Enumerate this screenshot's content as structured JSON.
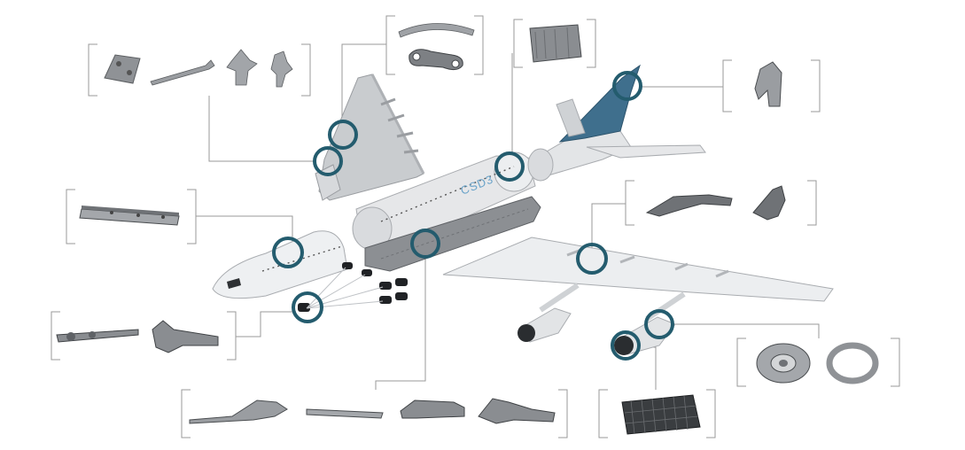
{
  "diagram": {
    "fuselage_marking": "CSD3",
    "colors": {
      "callout_ring": "#245c6e",
      "bracket": "#9a9a9a",
      "leader_line": "#9a9a9a",
      "airframe": "#e6e7e9",
      "airframe_shade": "#bfc2c6",
      "tail_fin": "#3f6f8d",
      "part_metal": "#8f9296",
      "part_dark": "#3a3d40"
    },
    "callouts": [
      {
        "id": "wing-root-upper",
        "target": "forged-fittings"
      },
      {
        "id": "wing-root-lower",
        "target": "wing-machined-parts"
      },
      {
        "id": "nose-section",
        "target": "seat-track-extrusion"
      },
      {
        "id": "landing-gear",
        "target": "landing-gear-forgings"
      },
      {
        "id": "center-fuselage",
        "target": "fuselage-skin-panel"
      },
      {
        "id": "lower-fuselage",
        "target": "floor-beam-parts"
      },
      {
        "id": "vertical-tail",
        "target": "tail-bracket"
      },
      {
        "id": "main-wing",
        "target": "pylon-fittings"
      },
      {
        "id": "engine-inlet",
        "target": "engine-rings"
      },
      {
        "id": "engine-nozzle",
        "target": "acoustic-mesh-panel"
      }
    ]
  }
}
